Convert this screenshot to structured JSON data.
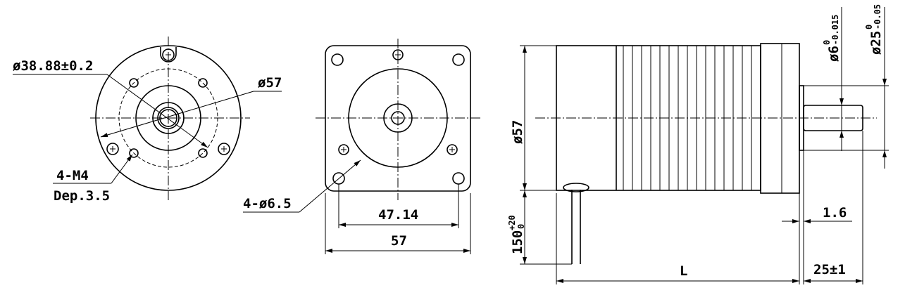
{
  "front_view": {
    "dia_bolt_circle": "ø38.88±0.2",
    "dia_body": "ø57",
    "thread_label": "4-M4",
    "thread_depth": "Dep.3.5"
  },
  "flange_view": {
    "holes": "4-ø6.5",
    "hole_spacing": "47.14",
    "width": "57"
  },
  "side_view": {
    "body_dia": "ø57",
    "shaft_dia": "ø6",
    "shaft_tol_upper": "0",
    "shaft_tol_lower": "-0.015",
    "pilot_dia": "ø25",
    "pilot_tol_upper": "0",
    "pilot_tol_lower": "-0.05",
    "pilot_height": "1.6",
    "lead_length": "150",
    "lead_tol_upper": "+20",
    "lead_tol_lower": "0",
    "body_length": "L",
    "shaft_length": "25±1"
  }
}
